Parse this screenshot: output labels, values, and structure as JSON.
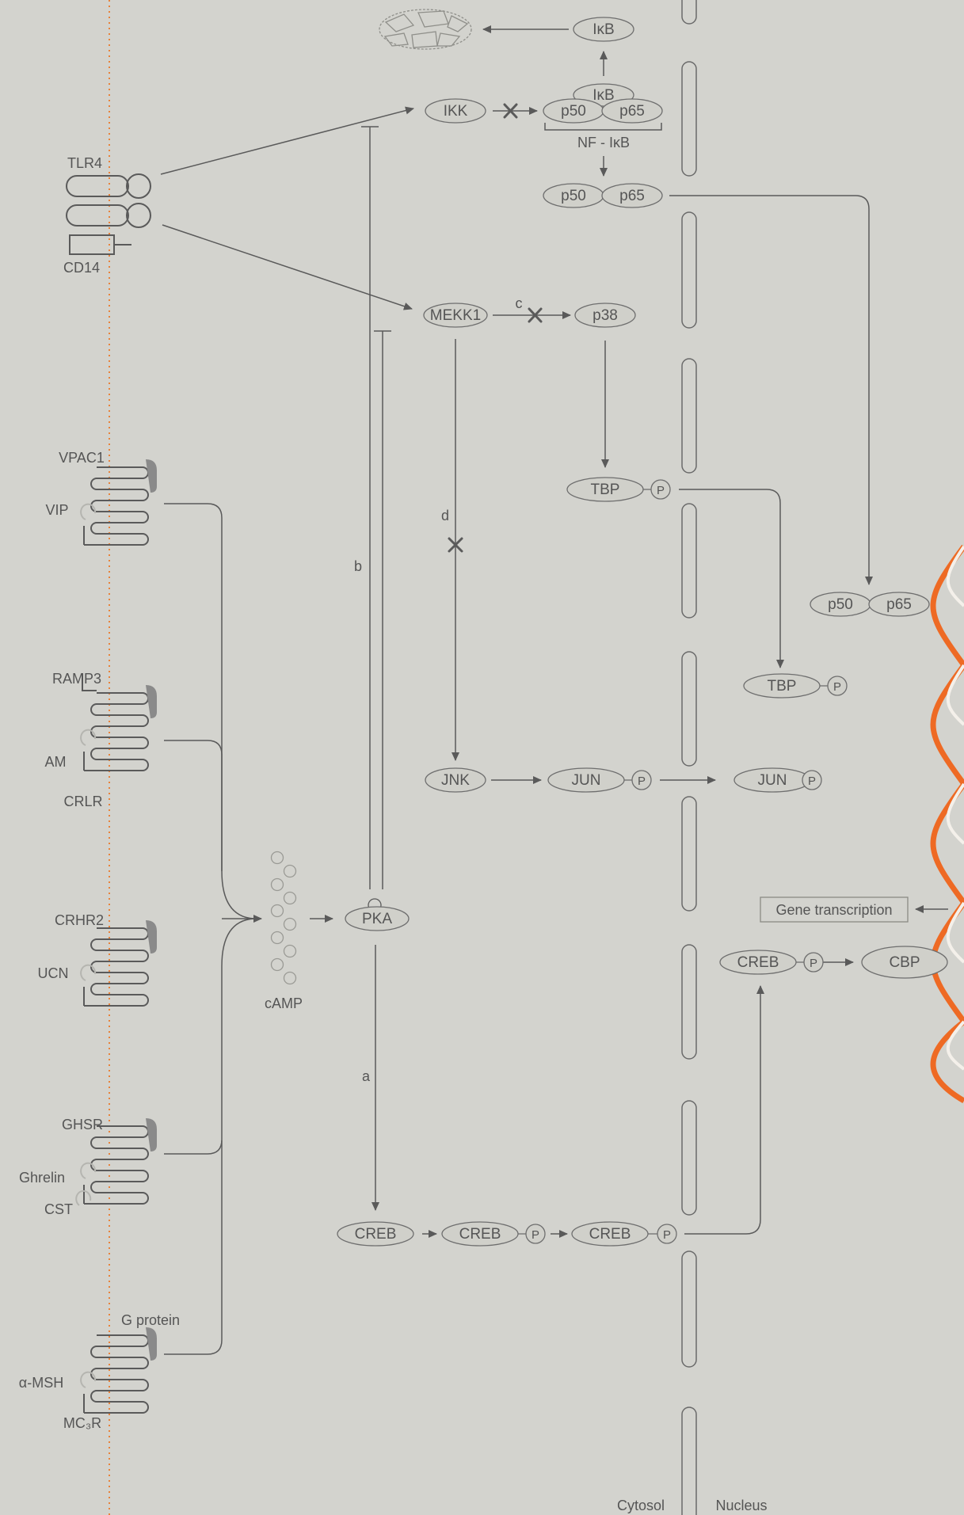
{
  "colors": {
    "background": "#d3d3ce",
    "line": "#5a5a5a",
    "shape_fill": "#d0d0ca",
    "text": "#555555",
    "membrane": "#e8823a",
    "dna": "#ee6a24",
    "g_protein": "#8a8a8a"
  },
  "labels": {
    "ikb_top": "IκB",
    "ikb_inner": "IκB",
    "ikk": "IKK",
    "p50_a": "p50",
    "p65_a": "p65",
    "nf_ikb": "NF - IκB",
    "p50_b": "p50",
    "p65_b": "p65",
    "p50_c": "p50",
    "p65_c": "p65",
    "tlr4": "TLR4",
    "cd14": "CD14",
    "mekk1": "MEKK1",
    "c": "c",
    "p38": "p38",
    "tbp_1": "TBP",
    "tbp_2": "TBP",
    "phos": "P",
    "vpac1": "VPAC1",
    "vip": "VIP",
    "b": "b",
    "d": "d",
    "ramp3": "RAMP3",
    "am": "AM",
    "crlr": "CRLR",
    "jnk": "JNK",
    "jun_1": "JUN",
    "jun_2": "JUN",
    "crhr2": "CRHR2",
    "ucn": "UCN",
    "pka": "PKA",
    "camp": "cAMP",
    "gene_transcription": "Gene transcription",
    "creb_nuc": "CREB",
    "cbp": "CBP",
    "a": "a",
    "ghsr": "GHSR",
    "ghrelin": "Ghrelin",
    "cst": "CST",
    "creb_1": "CREB",
    "creb_2": "CREB",
    "creb_3": "CREB",
    "g_protein": "G protein",
    "a_msh": "α-MSH",
    "mc3r": "MC₃R",
    "cytosol": "Cytosol",
    "nucleus": "Nucleus"
  }
}
